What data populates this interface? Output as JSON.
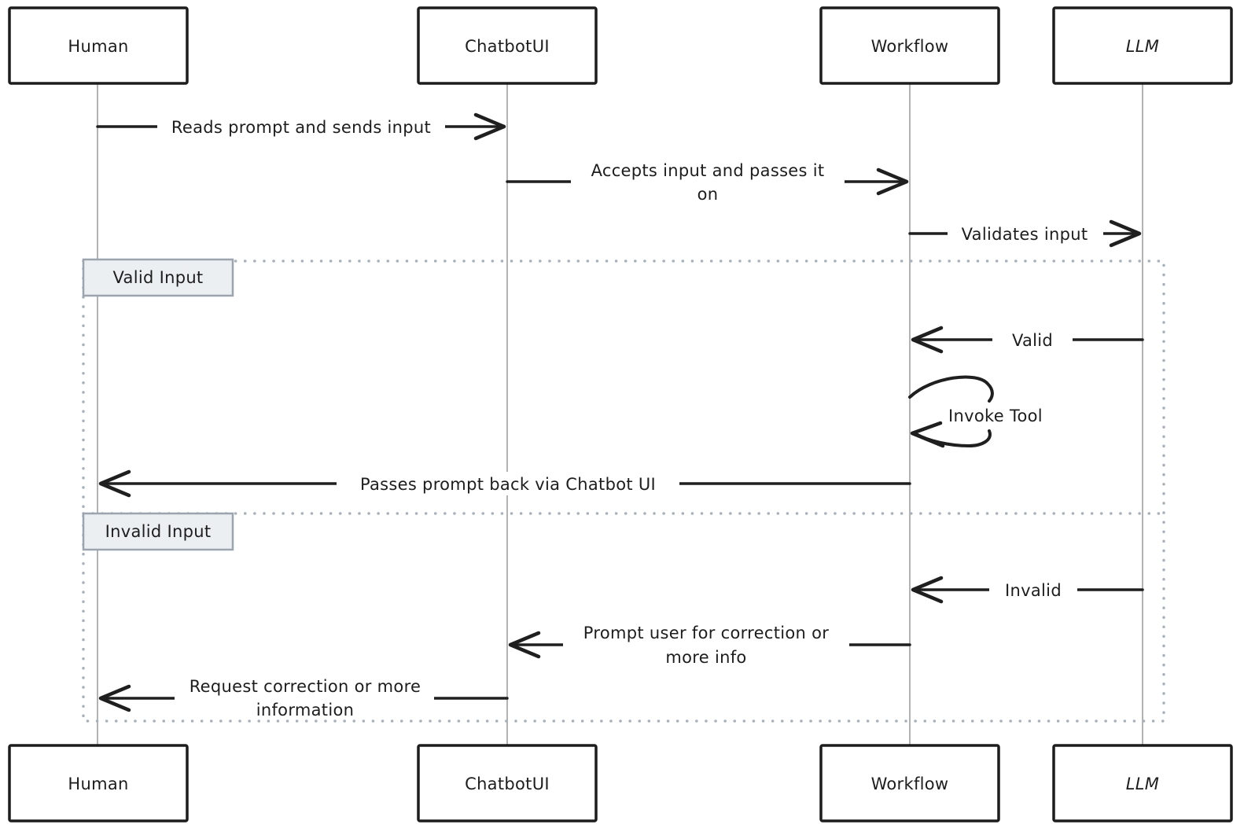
{
  "actors": [
    {
      "label": "Human"
    },
    {
      "label": "ChatbotUI"
    },
    {
      "label": "Workflow"
    },
    {
      "label": "LLM"
    }
  ],
  "frames": [
    {
      "label": "Valid Input"
    },
    {
      "label": "Invalid Input"
    }
  ],
  "messages": [
    {
      "from": "Human",
      "to": "ChatbotUI",
      "text": "Reads prompt and sends input"
    },
    {
      "from": "ChatbotUI",
      "to": "Workflow",
      "text": "Accepts input and passes it on",
      "lines": [
        "Accepts input and passes it",
        "on"
      ]
    },
    {
      "from": "Workflow",
      "to": "LLM",
      "text": "Validates input"
    },
    {
      "from": "LLM",
      "to": "Workflow",
      "text": "Valid",
      "frame": "Valid Input"
    },
    {
      "from": "Workflow",
      "to": "Workflow",
      "text": "Invoke Tool",
      "frame": "Valid Input",
      "self_message": true
    },
    {
      "from": "Workflow",
      "to": "Human",
      "text": "Passes prompt back via Chatbot UI",
      "frame": "Valid Input"
    },
    {
      "from": "LLM",
      "to": "Workflow",
      "text": "Invalid",
      "frame": "Invalid Input"
    },
    {
      "from": "Workflow",
      "to": "ChatbotUI",
      "text": "Prompt user for correction or more info",
      "lines": [
        "Prompt user for correction or",
        "more info"
      ],
      "frame": "Invalid Input"
    },
    {
      "from": "ChatbotUI",
      "to": "Human",
      "text": "Request correction or more information",
      "lines": [
        "Request correction or more",
        "information"
      ],
      "frame": "Invalid Input"
    }
  ],
  "colors": {
    "stroke": "#1f1f1f",
    "text": "#1d1d1d",
    "lifeline": "#b3b3b3",
    "frame_dotted": "#a7b1bb",
    "frame_label_fill": "#eceff1",
    "frame_label_border": "#9aa5b0",
    "background": "#ffffff"
  }
}
